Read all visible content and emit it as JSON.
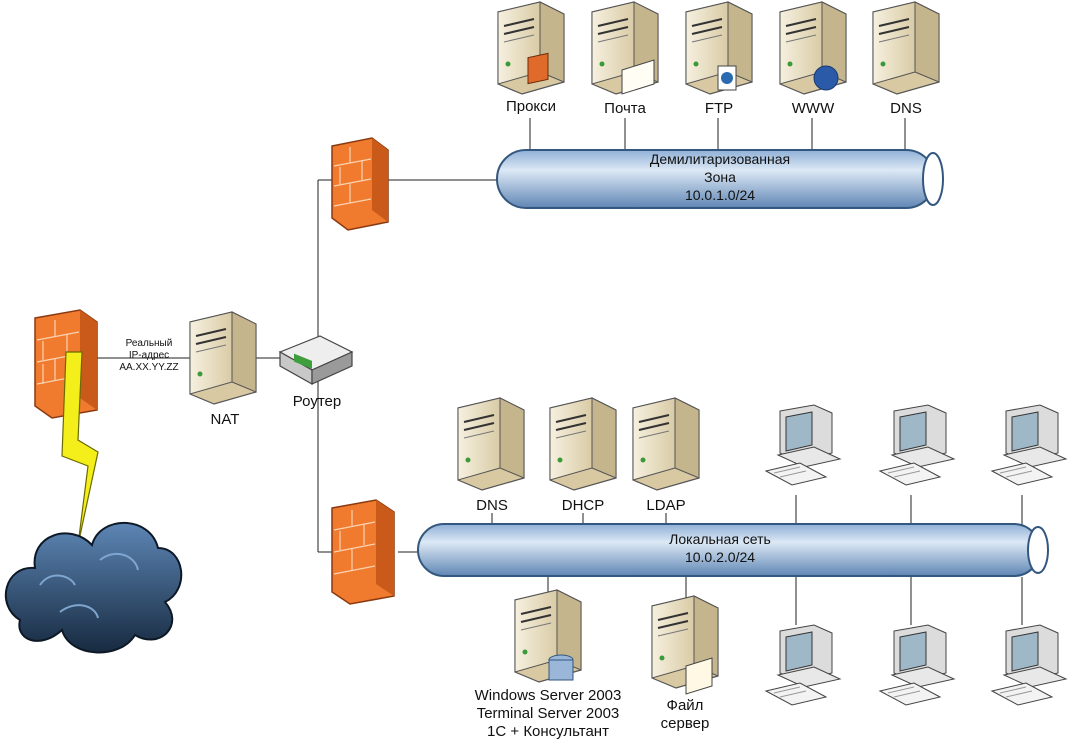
{
  "dmz": {
    "servers": [
      {
        "label": "Прокси",
        "icon": "proxy-server-icon"
      },
      {
        "label": "Почта",
        "icon": "mail-server-icon"
      },
      {
        "label": "FTP",
        "icon": "ftp-server-icon"
      },
      {
        "label": "WWW",
        "icon": "web-server-icon"
      },
      {
        "label": "DNS",
        "icon": "dns-server-icon"
      }
    ],
    "pipe_line1": "Демилитаризованная",
    "pipe_line2": "Зона",
    "subnet": "10.0.1.0/24"
  },
  "lan": {
    "servers": [
      {
        "label": "DNS",
        "icon": "dns-server-icon"
      },
      {
        "label": "DHCP",
        "icon": "dhcp-server-icon"
      },
      {
        "label": "LDAP",
        "icon": "ldap-server-icon"
      }
    ],
    "pipe_line1": "Локальная сеть",
    "subnet": "10.0.2.0/24",
    "app_server_line1": "Windows Server 2003",
    "app_server_line2": "Terminal Server 2003",
    "app_server_line3": "1C + Консультант",
    "file_server_line1": "Файл",
    "file_server_line2": "сервер",
    "workstation_count": 6
  },
  "edge": {
    "real_ip_line1": "Реальный",
    "real_ip_line2": "IP-адрес",
    "real_ip_line3": "AA.XX.YY.ZZ",
    "nat_label": "NAT",
    "router_label": "Роутер"
  },
  "colors": {
    "pipe": "#a9c3e0",
    "pipe_edge": "#3a5f8a",
    "firewall": "#f07a2e",
    "server": "#efe6cf",
    "cloud": "#2f4f72",
    "lightning": "#f4ef1a"
  }
}
